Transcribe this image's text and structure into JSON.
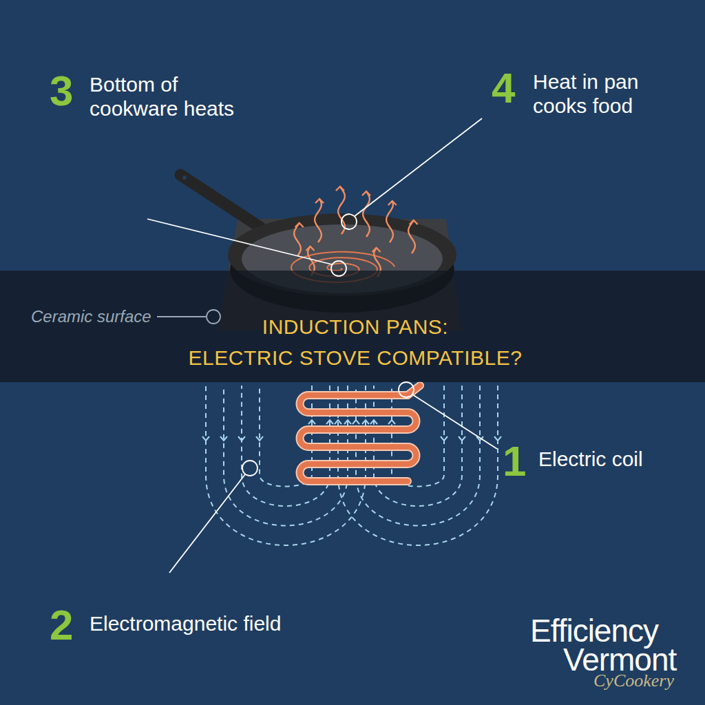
{
  "diagram": {
    "title": "INDUCTION PANS: ELECTRIC STOVE COMPATIBLE?",
    "labels": [
      "3",
      "Bottom of cookware heats",
      "4",
      "Heat in pan cooks food",
      "Ceramic surface",
      "1",
      "Electric coil",
      "2",
      "Electromagnetic field",
      "Efficiency",
      "Vermont",
      "CyCookery"
    ]
  }
}
